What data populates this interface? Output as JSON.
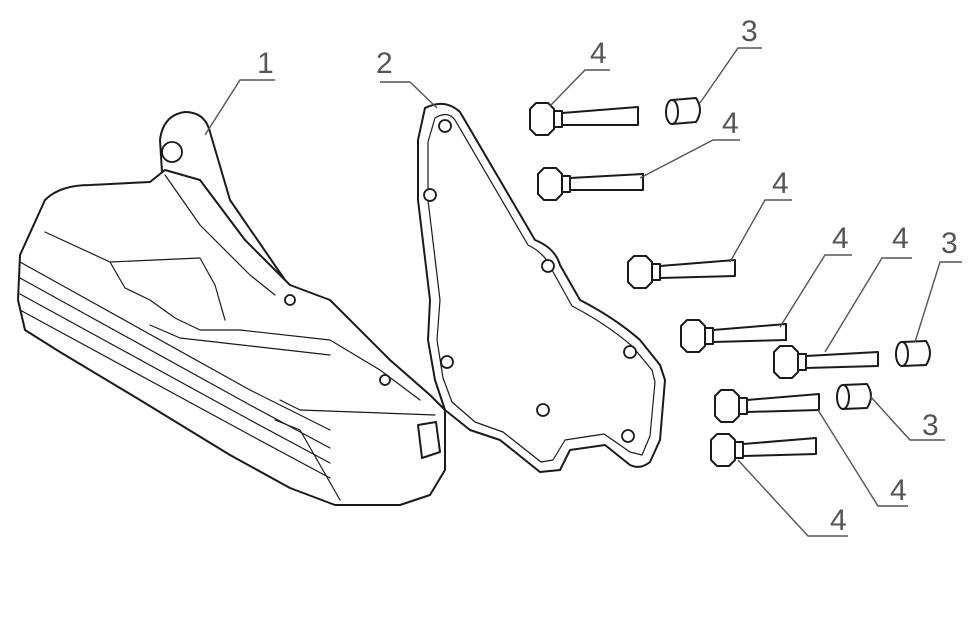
{
  "callouts": {
    "c1": "1",
    "c2": "2",
    "c3a": "3",
    "c3b": "3",
    "c3c": "3",
    "c4a": "4",
    "c4b": "4",
    "c4c": "4",
    "c4d": "4",
    "c4e": "4",
    "c4f": "4",
    "c4g": "4"
  },
  "colors": {
    "line": "#1a1a1a",
    "leader": "#555555",
    "background": "#ffffff"
  }
}
